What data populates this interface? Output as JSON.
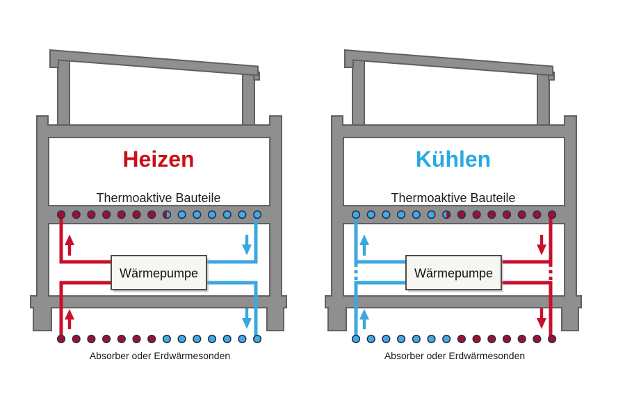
{
  "colors": {
    "red": "#c8102e",
    "blue": "#3aa8e0",
    "dot_red": "#a60e28",
    "dot_blue": "#45abdd",
    "dot_outline": "#27305c",
    "title_red": "#cb1017",
    "title_blue": "#29a9e3",
    "structure_gray": "#8f8f8f",
    "structure_outline": "#606060",
    "box_fill": "#f7f6f3",
    "box_border": "#4d4d4d",
    "text": "#1c1c1c"
  },
  "diagrams": [
    {
      "id": "heizen",
      "title": "Heizen",
      "title_color": "title_red",
      "subtitle": "Thermoaktive Bauteile",
      "pump_label": "Wärmepumpe",
      "caption": "Absorber oder Erdwärmesonden",
      "left_pipe_color": "red",
      "right_pipe_color": "blue",
      "left_flow": "up",
      "right_flow": "down",
      "bypass_dashed": false,
      "top_dots": {
        "left": "red",
        "left_count": 7,
        "split_count": 1,
        "right": "blue",
        "right_count": 6
      },
      "bottom_dots": {
        "left": "red",
        "left_count": 7,
        "split_count": 0,
        "right": "blue",
        "right_count": 7
      }
    },
    {
      "id": "kuehlen",
      "title": "Kühlen",
      "title_color": "title_blue",
      "subtitle": "Thermoaktive Bauteile",
      "pump_label": "Wärmepumpe",
      "caption": "Absorber oder Erdwärmesonden",
      "left_pipe_color": "blue",
      "right_pipe_color": "red",
      "left_flow": "up",
      "right_flow": "down",
      "bypass_dashed": true,
      "top_dots": {
        "left": "blue",
        "left_count": 6,
        "split_count": 1,
        "right": "red",
        "right_count": 7
      },
      "bottom_dots": {
        "left": "blue",
        "left_count": 7,
        "split_count": 0,
        "right": "red",
        "right_count": 7
      }
    }
  ]
}
